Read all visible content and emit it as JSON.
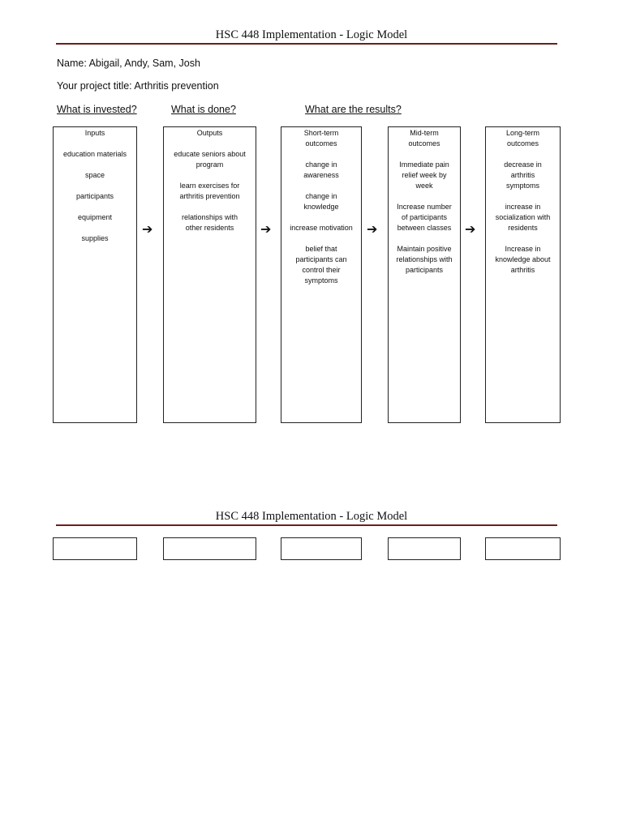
{
  "header": {
    "title": "HSC 448 Implementation - Logic Model"
  },
  "info": {
    "name": "Name: Abigail, Andy, Sam, Josh",
    "project_title": "Your project title: Arthritis prevention"
  },
  "column_headings": {
    "invested": "What is invested?",
    "done": "What is done?",
    "results": "What are the results?"
  },
  "boxes": [
    {
      "items": [
        "Inputs",
        "education materials",
        "space",
        "participants",
        "equipment",
        "supplies"
      ]
    },
    {
      "items": [
        "Outputs",
        "educate seniors about\nprogram",
        "learn exercises for\narthritis prevention",
        "relationships with\nother residents"
      ]
    },
    {
      "items": [
        "Short-term\noutcomes",
        "change in\nawareness",
        "change in\nknowledge",
        "increase motivation",
        "belief that\nparticipants can\ncontrol their\nsymptoms"
      ]
    },
    {
      "items": [
        "Mid-term\noutcomes",
        "Immediate pain\nrelief week by\nweek",
        "Increase number\nof participants\nbetween classes",
        "Maintain positive\nrelationships with\nparticipants"
      ]
    },
    {
      "items": [
        "Long-term\noutcomes",
        "decrease in\narthritis\nsymptoms",
        "increase in\nsocialization with\nresidents",
        "",
        "Increase in\nknowledge about\narthritis"
      ]
    }
  ],
  "arrow_glyph": "➔",
  "second_page": {
    "title": "HSC 448 Implementation - Logic Model"
  }
}
